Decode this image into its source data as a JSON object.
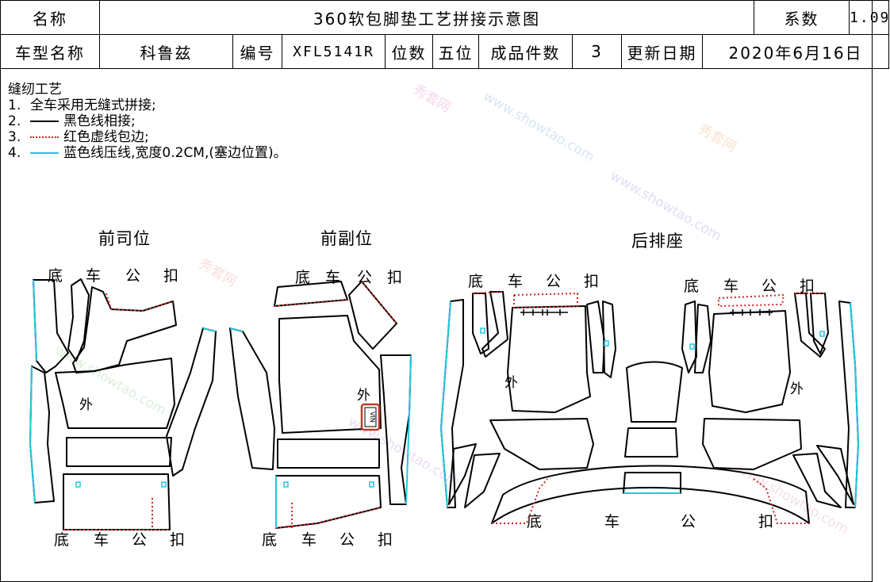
{
  "header": {
    "name_label": "名称",
    "title": "360软包脚垫工艺拼接示意图",
    "coef_label": "系数",
    "coef_value": "1.09",
    "model_label": "车型名称",
    "model_value": "科鲁兹",
    "code_label": "编号",
    "code_value": "XFL5141R",
    "seats_label": "位数",
    "seats_value": "五位",
    "pieces_label": "成品件数",
    "pieces_value": "3",
    "date_label": "更新日期",
    "date_value": "2020年6月16日"
  },
  "notes": {
    "title": "缝纫工艺",
    "items": [
      {
        "num": "1.",
        "text": "全车采用无缝式拼接;",
        "line": "none"
      },
      {
        "num": "2.",
        "text": "黑色线相接;",
        "line": "black"
      },
      {
        "num": "3.",
        "text": "红色虚线包边;",
        "line": "red"
      },
      {
        "num": "4.",
        "text": "蓝色线压线,宽度0.2CM,(塞边位置)。",
        "line": "cyan"
      }
    ]
  },
  "sections": {
    "driver": "前司位",
    "passenger": "前副位",
    "rear": "后排座"
  },
  "labels": {
    "buckle_di": "底",
    "buckle_che": "车",
    "buckle_gong": "公",
    "buckle_kou": "扣",
    "outside": "外",
    "badge": "VIN"
  },
  "colors": {
    "outline": "#000000",
    "piping_red": "#d0261e",
    "stitch_cyan": "#22c8e0",
    "badge": "#c0392b"
  },
  "watermark": {
    "brand": "秀套网",
    "url": "www.showtao.com"
  }
}
